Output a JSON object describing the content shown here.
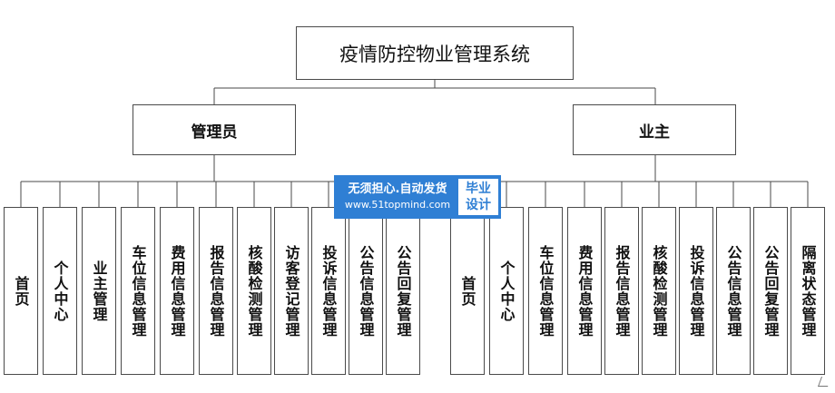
{
  "diagram": {
    "root": {
      "label": "疫情防控物业管理系统"
    },
    "roles": [
      {
        "label": "管理员",
        "children": [
          "首页",
          "个人中心",
          "业主管理",
          "车位信息管理",
          "费用信息管理",
          "报告信息管理",
          "核酸检测管理",
          "访客登记管理",
          "投诉信息管理",
          "公告信息管理",
          "公告回复管理"
        ]
      },
      {
        "label": "业主",
        "children": [
          "首页",
          "个人中心",
          "车位信息管理",
          "费用信息管理",
          "报告信息管理",
          "核酸检测管理",
          "投诉信息管理",
          "公告信息管理",
          "公告回复管理",
          "隔离状态管理"
        ]
      }
    ]
  },
  "watermark": {
    "line1": "无须担心.自动发货",
    "line2": "www.51topmind.com",
    "badge_line1": "毕业",
    "badge_line2": "设计"
  },
  "colors": {
    "line": "#4a4a4a",
    "watermark_bg": "#2f7fd4",
    "watermark_text": "#ffffff"
  }
}
